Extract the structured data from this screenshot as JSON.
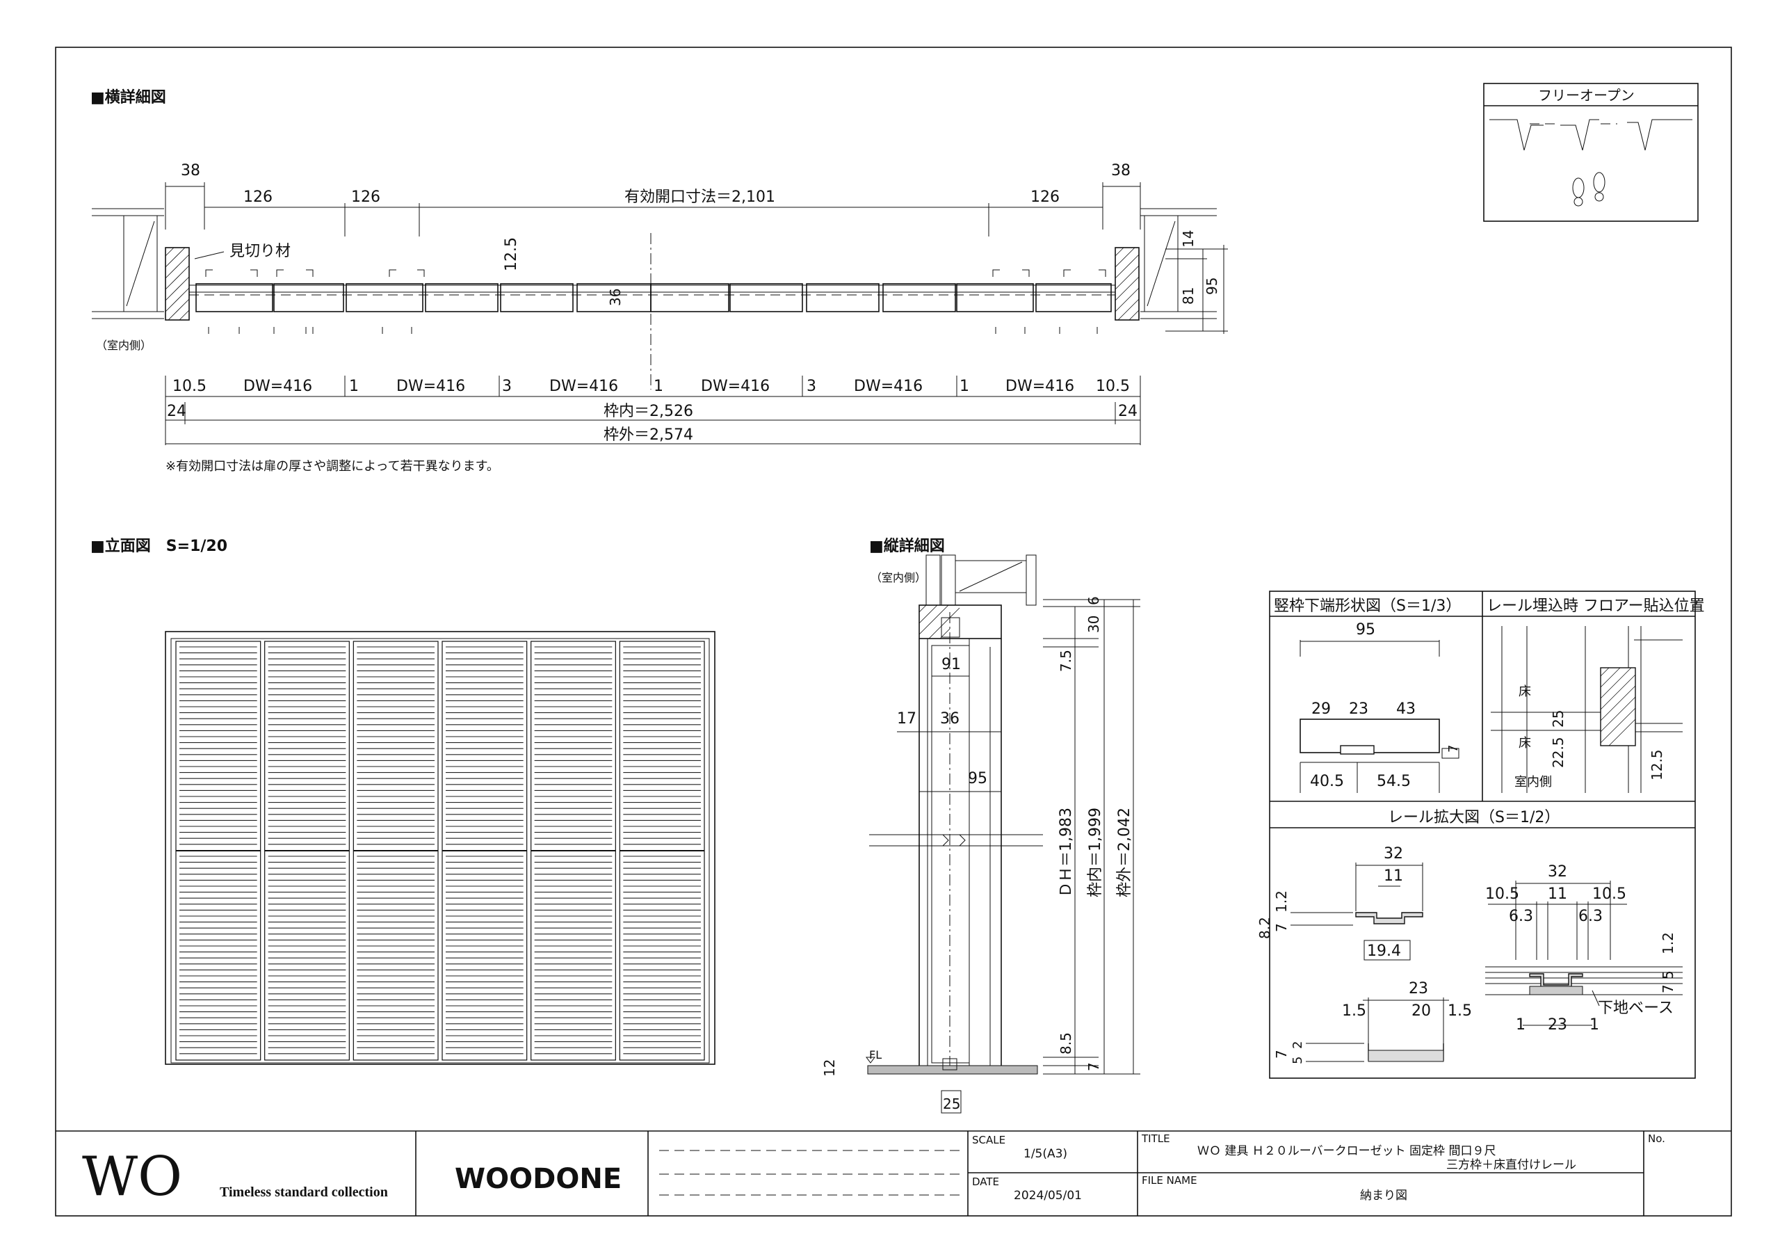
{
  "plan": {
    "title": "■横詳細図",
    "dims_top": [
      "38",
      "126",
      "126",
      "有効開口寸法＝2,101",
      "126",
      "38"
    ],
    "label_mikiri": "見切り材",
    "label_indoor": "（室内側）",
    "dim_125": "12.5",
    "dim_36": "36",
    "dims_right": [
      "14",
      "81",
      "95"
    ],
    "dw_row": [
      "10.5",
      "DW=416",
      "1",
      "DW=416",
      "3",
      "DW=416",
      "1",
      "DW=416",
      "3",
      "DW=416",
      "1",
      "DW=416",
      "10.5"
    ],
    "inner_left": "24",
    "inner": "枠内＝2,526",
    "inner_right": "24",
    "outer": "枠外＝2,574",
    "note": "※有効開口寸法は扉の厚さや調整によって若干異なります。"
  },
  "free_open": {
    "title": "フリーオープン"
  },
  "elevation": {
    "title": "■立面図　S=1/20",
    "panels": 6
  },
  "section": {
    "title": "■縦詳細図",
    "indoor": "（室内側）",
    "dims_left": [
      "91",
      "17",
      "36",
      "95"
    ],
    "dims_right": [
      "6",
      "30",
      "7.5",
      "8.5",
      "7"
    ],
    "dh": "ＤＨ＝1,983",
    "inner": "枠内＝1,999",
    "outer": "枠外＝2,042",
    "fl": "FL",
    "d12": "12",
    "d25": "25"
  },
  "detail": {
    "frame_title": "竪枠下端形状図（S＝1/3）",
    "frame_dims": [
      "95",
      "29",
      "23",
      "43",
      "7",
      "40.5",
      "54.5"
    ],
    "floor_title": "レール埋込時 フロアー貼込位置",
    "floor_labels": [
      "床",
      "床",
      "室内側"
    ],
    "floor_dims": [
      "25",
      "22.5",
      "12.5"
    ],
    "rail_title": "レール拡大図（S＝1/2）",
    "rail1_dims": [
      "32",
      "11",
      "1.2",
      "8.2",
      "7",
      "19.4"
    ],
    "rail2_dims": [
      "23",
      "1.5",
      "20",
      "1.5",
      "7",
      "5",
      "2"
    ],
    "rail3_dims": [
      "32",
      "10.5",
      "11",
      "10.5",
      "6.3",
      "6.3",
      "1.2",
      "5",
      "7",
      "1",
      "23",
      "1"
    ],
    "rail3_label": "下地ベース"
  },
  "titleblock": {
    "brand": "WO",
    "brand_sub": "Timeless standard collection",
    "logo": "WOODONE",
    "scale_label": "SCALE",
    "scale_value": "1/5(A3)",
    "date_label": "DATE",
    "date_value": "2024/05/01",
    "title_label": "TITLE",
    "title_line1": "ＷＯ 建具 Ｈ２０ルーバークローゼット 固定枠 間口９尺",
    "title_line2": "三方枠＋床直付けレール",
    "filename_label": "FILE NAME",
    "filename_value": "納まり図",
    "no_label": "No."
  }
}
